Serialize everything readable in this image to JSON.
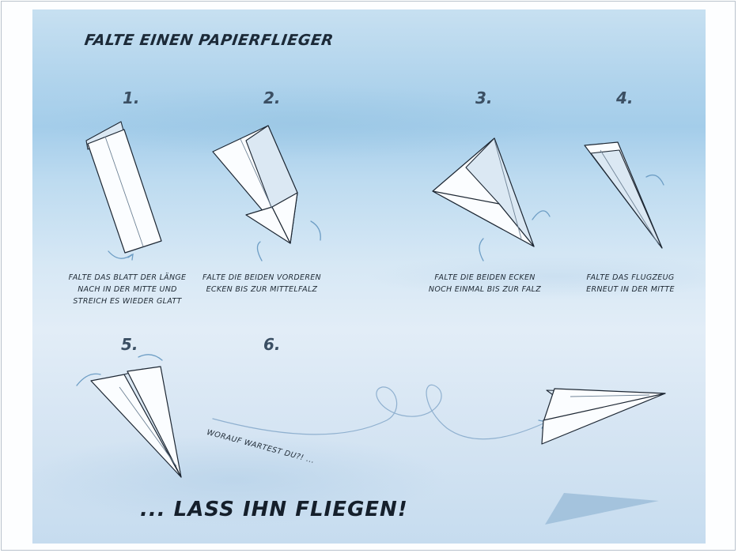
{
  "title": "Falte einen Papierflieger",
  "steps": [
    {
      "number": "1.",
      "caption": "Falte das Blatt der Länge\nnach in der Mitte und\nstreich es wieder glatt"
    },
    {
      "number": "2.",
      "caption": "Falte die beiden vorderen\nEcken bis zur Mittelfalz"
    },
    {
      "number": "3.",
      "caption": "Falte die beiden Ecken\nnoch einmal bis zur Falz"
    },
    {
      "number": "4.",
      "caption": "Falte das Flugzeug\nerneut in der Mitte"
    },
    {
      "number": "5."
    },
    {
      "number": "6."
    }
  ],
  "tagline": "Worauf wartest du?! ...",
  "finale": "... lass ihn fliegen!",
  "colors": {
    "sky_top": "#a4cdea",
    "sky_bottom": "#c6dcef",
    "ink": "#1c2a38",
    "arrow": "#6e9ec5"
  }
}
